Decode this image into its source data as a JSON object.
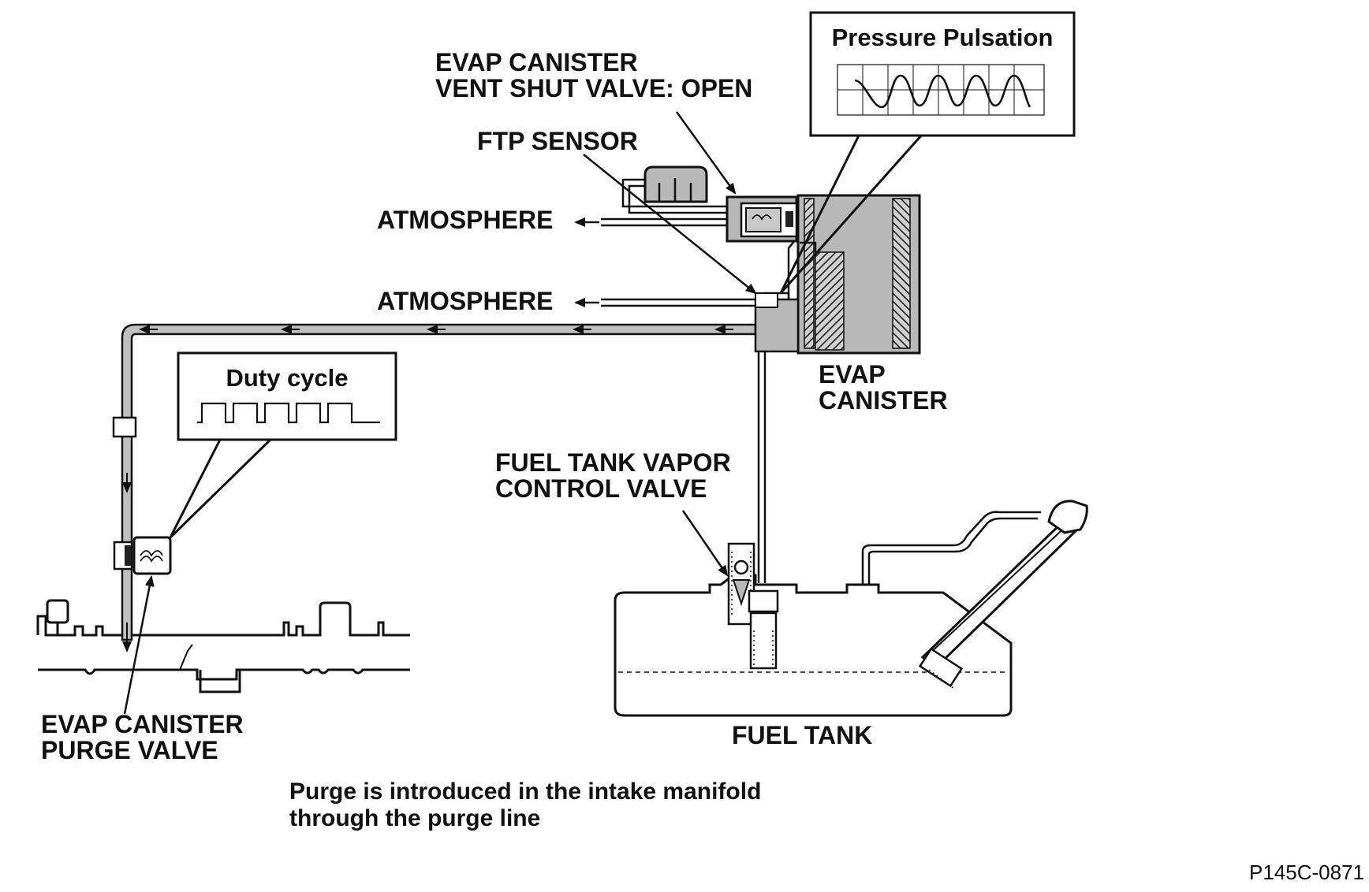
{
  "labels": {
    "vent_valve_line1": "EVAP CANISTER",
    "vent_valve_line2": "VENT SHUT VALVE: OPEN",
    "ftp_sensor": "FTP SENSOR",
    "atmosphere_upper": "ATMOSPHERE",
    "atmosphere_lower": "ATMOSPHERE",
    "canister_line1": "EVAP",
    "canister_line2": "CANISTER",
    "vapor_valve_line1": "FUEL TANK VAPOR",
    "vapor_valve_line2": "CONTROL VALVE",
    "purge_valve_line1": "EVAP CANISTER",
    "purge_valve_line2": "PURGE VALVE",
    "fuel_tank": "FUEL TANK"
  },
  "callouts": {
    "pressure_pulsation": "Pressure Pulsation",
    "duty_cycle": "Duty cycle"
  },
  "caption": {
    "line1": "Purge is introduced in the intake manifold",
    "line2": "through the purge line"
  },
  "figure_code": "P145C-0871",
  "colors": {
    "line": "#111111",
    "pipe_fill": "#bfbfbf",
    "component_fill": "#b8b8b8",
    "background": "#ffffff"
  }
}
